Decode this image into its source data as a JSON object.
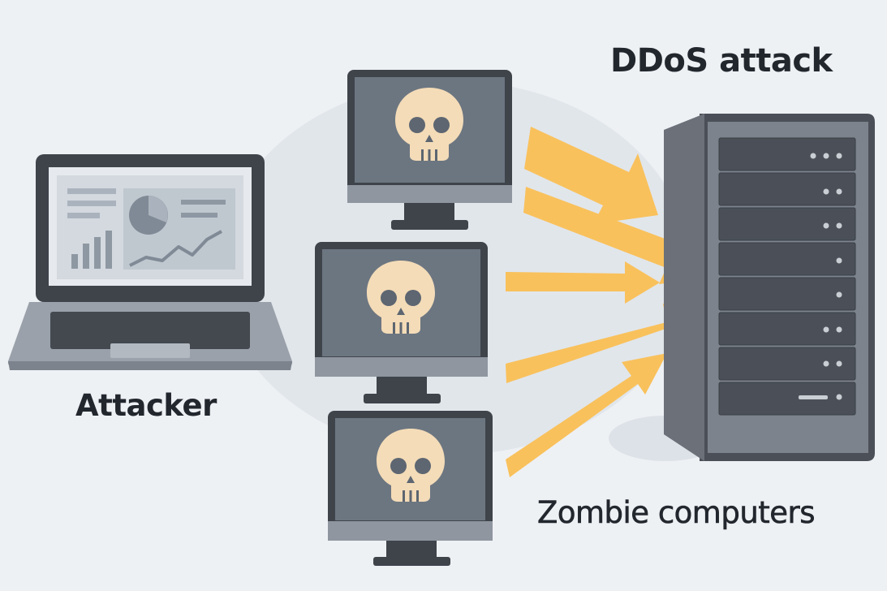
{
  "diagram": {
    "title": "DDoS attack",
    "attacker_label": "Attacker",
    "zombies_label": "Zombie computers"
  },
  "colors": {
    "background": "#eef1f4",
    "device_dark": "#3f444b",
    "screen": "#6c7681",
    "skull": "#f4dcb8",
    "arrow": "#f9c15c",
    "server_body": "#6b7079"
  },
  "icons": [
    "laptop-icon",
    "skull-icon",
    "monitor-icon",
    "server-icon",
    "arrow-icon"
  ]
}
